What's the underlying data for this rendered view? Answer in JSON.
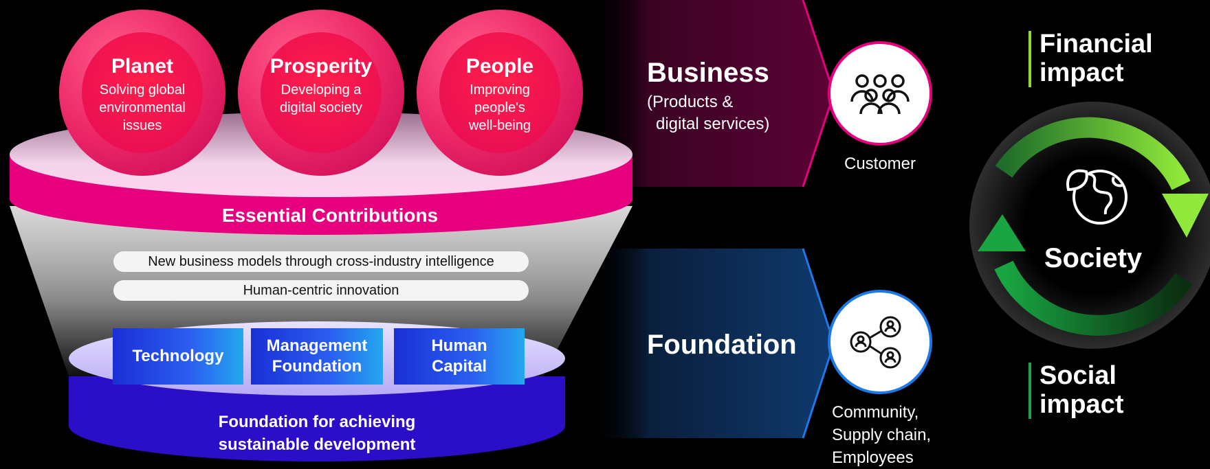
{
  "colors": {
    "magenta": "#e6007e",
    "pink_circle": "#f0306f",
    "indigo": "#2a0ec8",
    "blue": "#1565d8",
    "green": "#49c23a",
    "lime": "#8fdc2f"
  },
  "contributions": {
    "circles": [
      {
        "title": "Planet",
        "lines": [
          "Solving global",
          "environmental",
          "issues"
        ]
      },
      {
        "title": "Prosperity",
        "lines": [
          "Developing a",
          "digital society"
        ]
      },
      {
        "title": "People",
        "lines": [
          "Improving",
          "people's",
          "well-being"
        ]
      }
    ],
    "title": "Essential Contributions"
  },
  "pills": [
    "New business models through cross-industry intelligence",
    "Human-centric innovation"
  ],
  "foundation_blocks": [
    {
      "lines": [
        "Technology"
      ]
    },
    {
      "lines": [
        "Management",
        "Foundation"
      ]
    },
    {
      "lines": [
        "Human",
        "Capital"
      ]
    }
  ],
  "foundation_caption": [
    "Foundation for achieving",
    "sustainable development"
  ],
  "business": {
    "title": "Business",
    "sub_lines": [
      "(Products &",
      "digital services)"
    ],
    "icon": "people-group-icon",
    "stakeholder": "Customer"
  },
  "foundation": {
    "title": "Foundation",
    "icon": "network-people-icon",
    "stakeholder_lines": [
      "Community,",
      "Supply chain,",
      "Employees"
    ]
  },
  "impact": {
    "financial": [
      "Financial",
      "impact"
    ],
    "social": [
      "Social",
      "impact"
    ],
    "society": "Society",
    "icon": "globe-leaf-icon"
  }
}
